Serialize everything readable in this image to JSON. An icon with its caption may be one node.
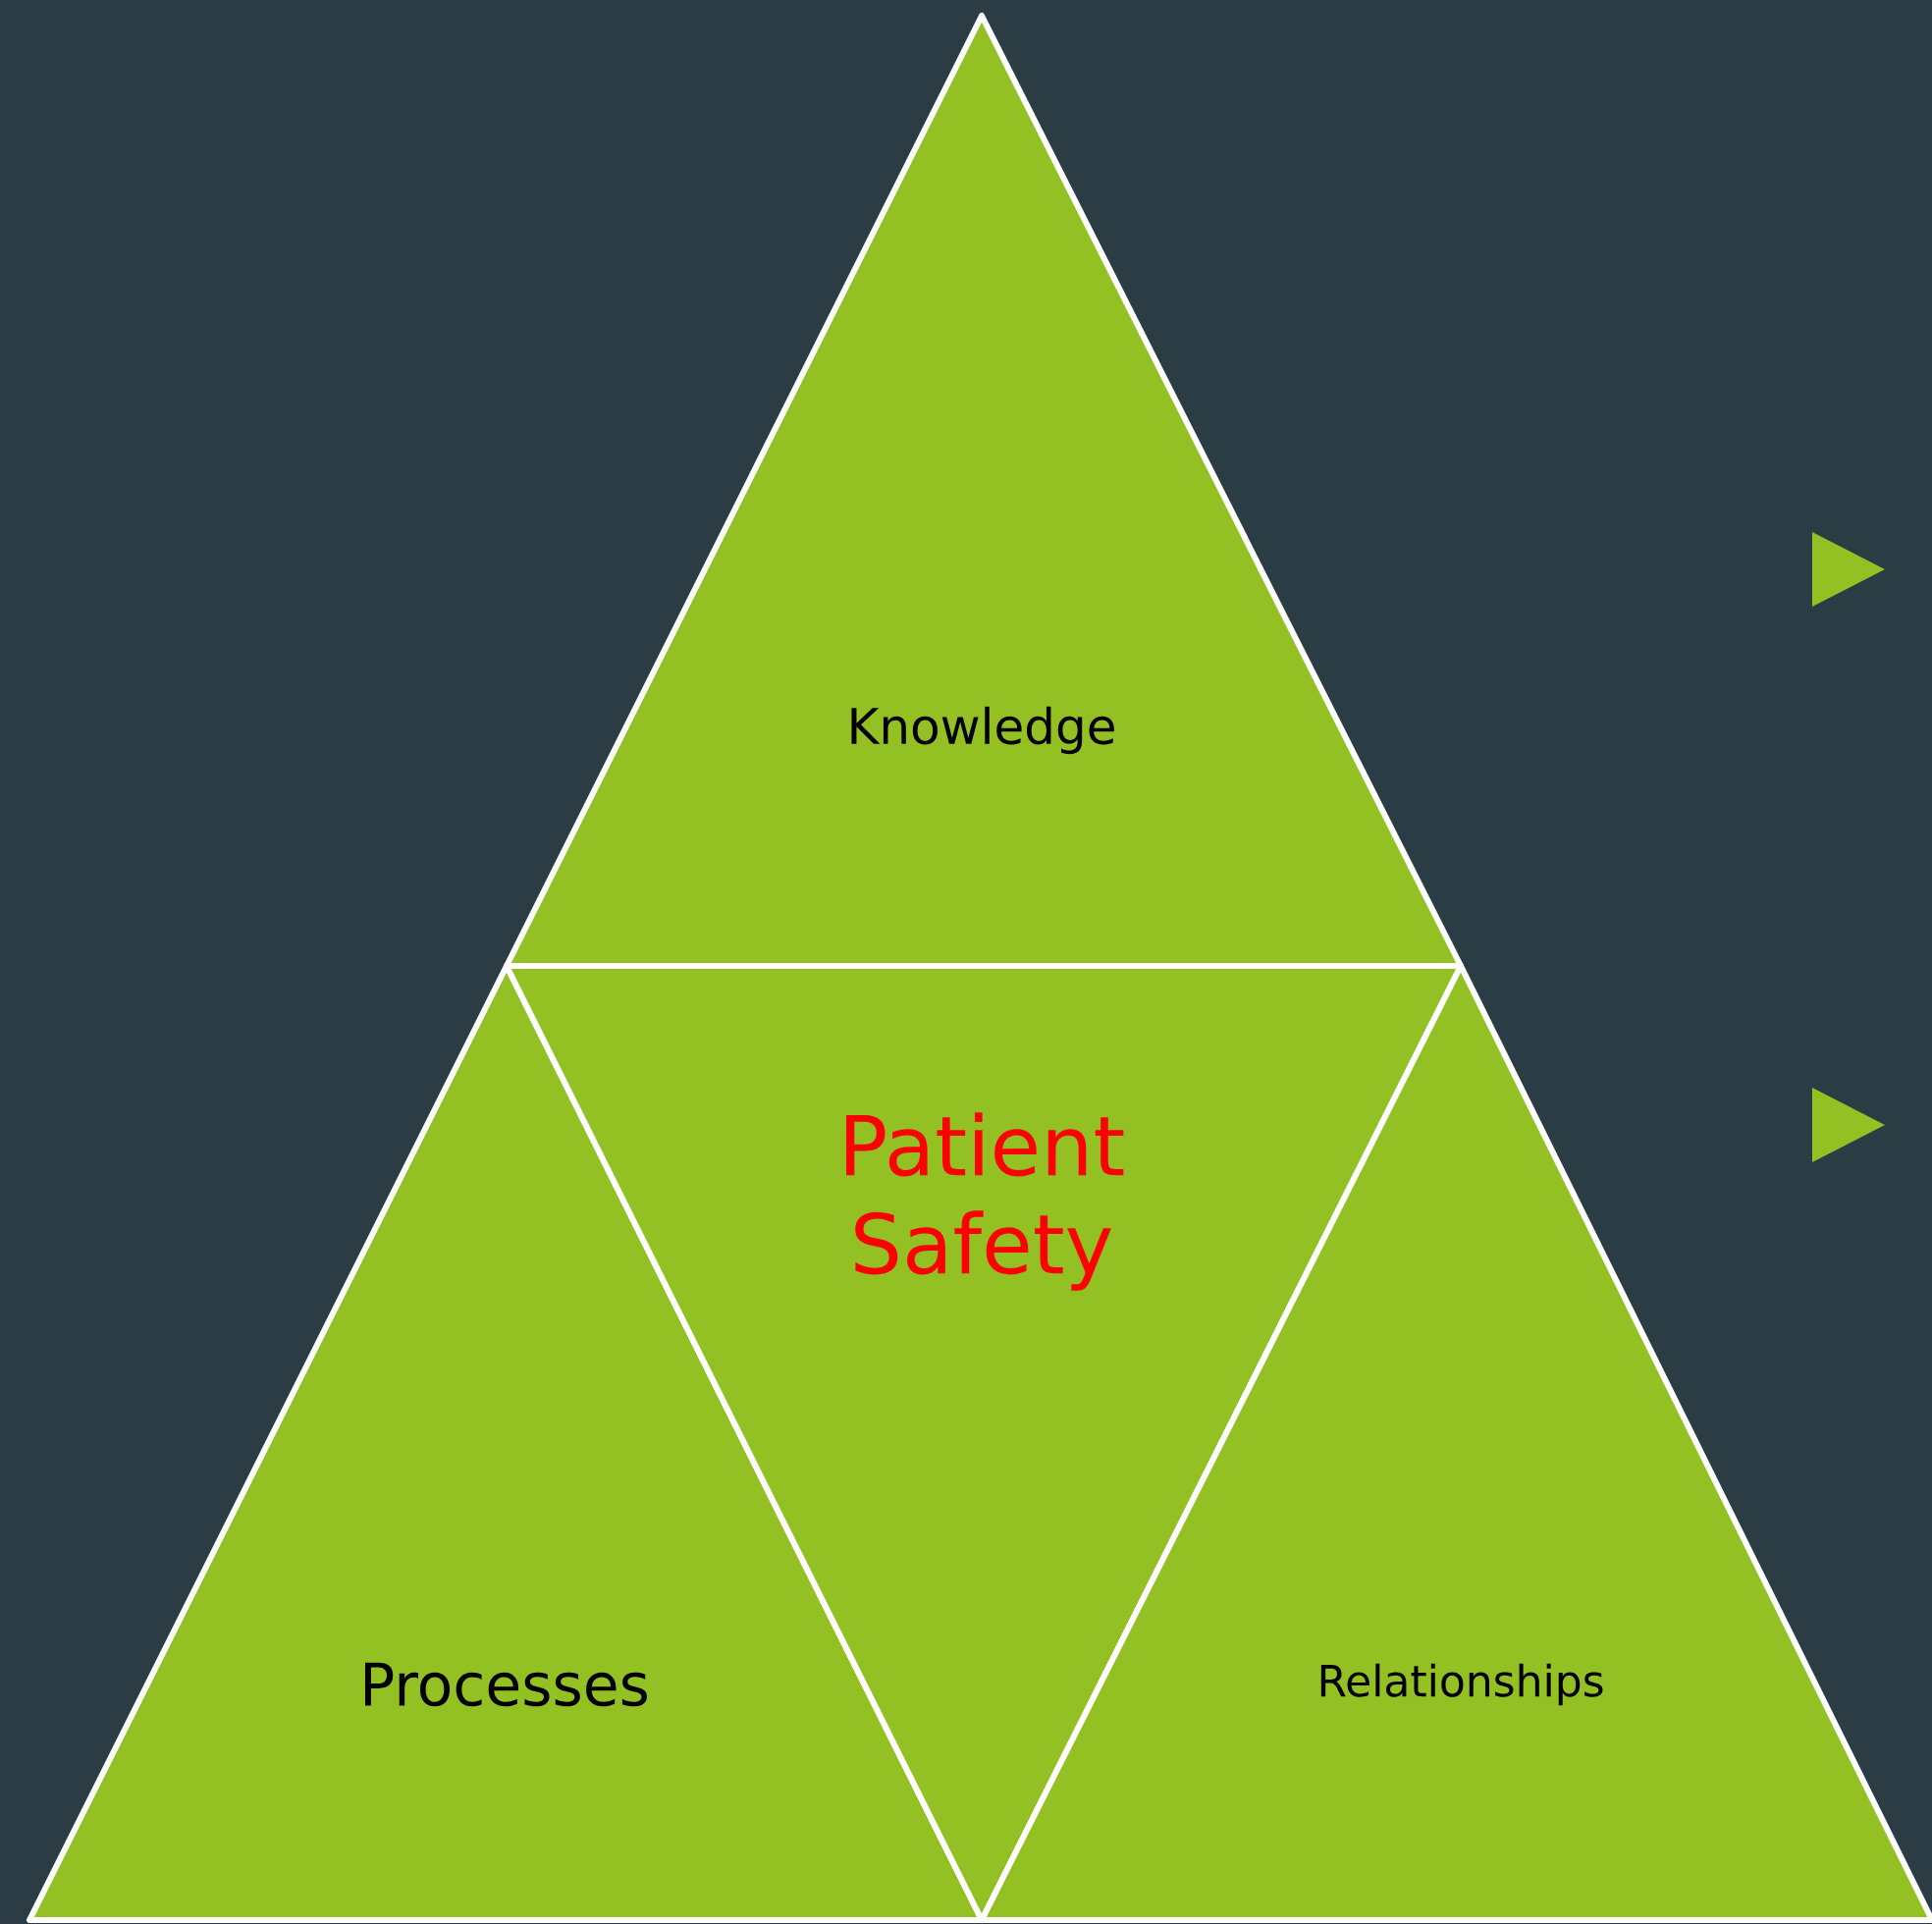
{
  "diagram": {
    "nodes": [
      {
        "text": [
          "Knowledge"
        ]
      },
      {
        "text": [
          "Processes"
        ]
      },
      {
        "text": [
          "Patient Safety"
        ]
      },
      {
        "text": [
          "Relationships"
        ]
      }
    ]
  }
}
